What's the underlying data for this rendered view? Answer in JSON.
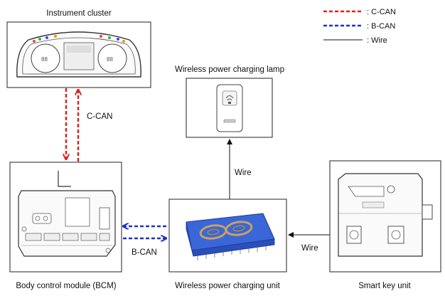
{
  "legend": {
    "items": [
      {
        "label": ": C-CAN",
        "color": "#e02020",
        "style": "dashed"
      },
      {
        "label": ": B-CAN",
        "color": "#1f2fd6",
        "style": "dashed"
      },
      {
        "label": ": Wire",
        "color": "#111111",
        "style": "solid"
      }
    ]
  },
  "components": {
    "instrument_cluster": "Instrument cluster",
    "charging_lamp": "Wireless power charging lamp",
    "bcm": "Body control module (BCM)",
    "charging_unit": "Wireless power charging unit",
    "smart_key": "Smart key unit"
  },
  "connections": {
    "c_can": "C-CAN",
    "b_can": "B-CAN",
    "wire_up": "Wire",
    "wire_left": "Wire"
  },
  "colors": {
    "c_can": "#e02020",
    "b_can": "#1f2fd6",
    "wire": "#111111",
    "pad_blue": "#3a66d8"
  }
}
